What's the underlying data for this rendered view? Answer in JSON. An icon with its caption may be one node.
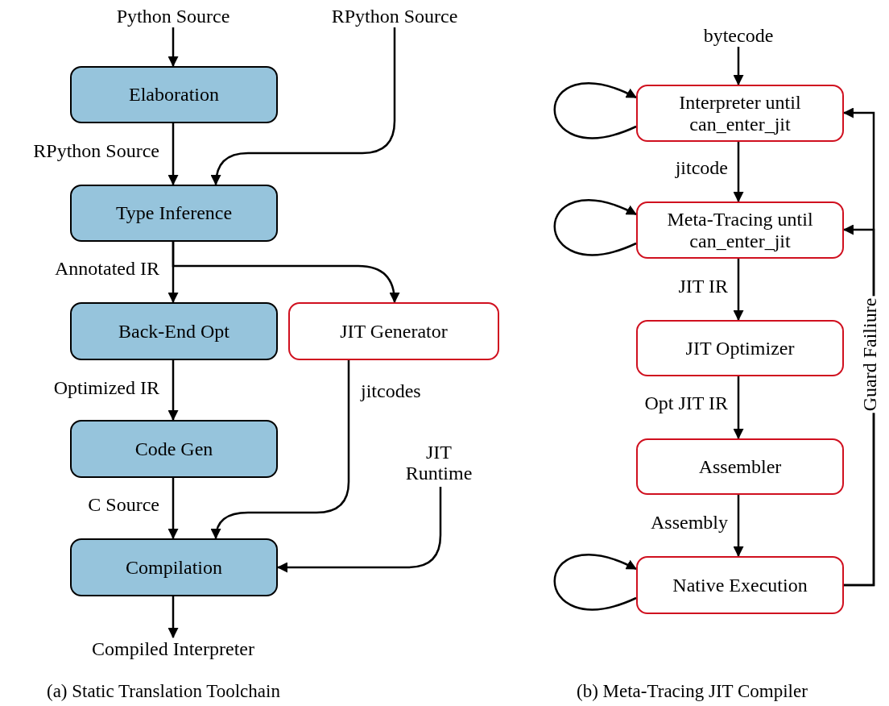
{
  "diagram": {
    "nodes": [
      {
        "text": [
          "Python Source"
        ]
      },
      {
        "text": [
          "RPython Source"
        ]
      },
      {
        "text": [
          "Elaboration"
        ]
      },
      {
        "text": [
          "Type Inference"
        ]
      },
      {
        "text": [
          "Back-End Opt"
        ]
      },
      {
        "text": [
          "JIT Generator"
        ]
      },
      {
        "text": [
          "Code Gen"
        ]
      },
      {
        "text": [
          "Compilation"
        ]
      },
      {
        "text": [
          "JIT Runtime"
        ]
      },
      {
        "text": [
          "Compiled Interpreter"
        ]
      },
      {
        "text": [
          "bytecode"
        ]
      },
      {
        "text": [
          "Interpreter until can_enter_jit"
        ]
      },
      {
        "text": [
          "Meta-Tracing until can_enter_jit"
        ]
      },
      {
        "text": [
          "JIT Optimizer"
        ]
      },
      {
        "text": [
          "Assembler"
        ]
      },
      {
        "text": [
          "Native Execution"
        ]
      }
    ],
    "edges": [
      {
        "from": 0,
        "to": 2,
        "arrow": "to"
      },
      {
        "from": 2,
        "to": 3,
        "arrow": "to",
        "label": "RPython Source"
      },
      {
        "from": 1,
        "to": 3,
        "arrow": "to"
      },
      {
        "from": 3,
        "to": 4,
        "arrow": "to",
        "label": "Annotated IR"
      },
      {
        "from": 3,
        "to": 5,
        "arrow": "to"
      },
      {
        "from": 4,
        "to": 6,
        "arrow": "to",
        "label": "Optimized IR"
      },
      {
        "from": 6,
        "to": 7,
        "arrow": "to",
        "label": "C Source"
      },
      {
        "from": 5,
        "to": 7,
        "arrow": "to",
        "label": "jitcodes"
      },
      {
        "from": 8,
        "to": 7,
        "arrow": "to"
      },
      {
        "from": 7,
        "to": 9,
        "arrow": "to"
      },
      {
        "from": 10,
        "to": 11,
        "arrow": "to"
      },
      {
        "from": 11,
        "to": 11,
        "arrow": "to"
      },
      {
        "from": 11,
        "to": 12,
        "arrow": "to",
        "label": "jitcode"
      },
      {
        "from": 12,
        "to": 12,
        "arrow": "to"
      },
      {
        "from": 12,
        "to": 13,
        "arrow": "to",
        "label": "JIT IR"
      },
      {
        "from": 13,
        "to": 14,
        "arrow": "to",
        "label": "Opt JIT IR"
      },
      {
        "from": 14,
        "to": 15,
        "arrow": "to",
        "label": "Assembly"
      },
      {
        "from": 15,
        "to": 15,
        "arrow": "to"
      },
      {
        "from": 15,
        "to": 11,
        "arrow": "to",
        "label": "Guard Failiure"
      },
      {
        "from": 15,
        "to": 12,
        "arrow": "to"
      }
    ],
    "labels": [
      "(a) Static Translation Toolchain",
      "(b) Meta-Tracing JIT Compiler"
    ]
  }
}
